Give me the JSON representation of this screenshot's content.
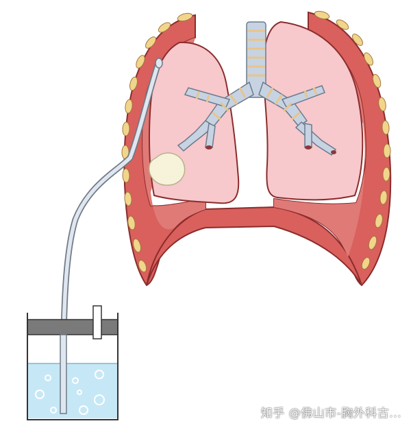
{
  "watermark": {
    "text": "知乎 @佛山市-胸外科古..."
  },
  "colors": {
    "pleura_outer": "#d9605c",
    "pleura_stroke": "#8a2c2c",
    "lung_fill": "#f7c8cc",
    "lung_inner_shade": "#f0a9b1",
    "bronchus_fill": "#c7d3e2",
    "bronchus_ring": "#e8c48a",
    "rib_fat": "#f2d58c",
    "bulla": "#f6f3da",
    "tube": "#dfe6ef",
    "water": "#c6e8f6",
    "bottle_cap": "#7a7a7a"
  },
  "icons": [
    "lungs-illustration",
    "chest-drainage-tube",
    "water-seal-bottle",
    "bulla"
  ]
}
